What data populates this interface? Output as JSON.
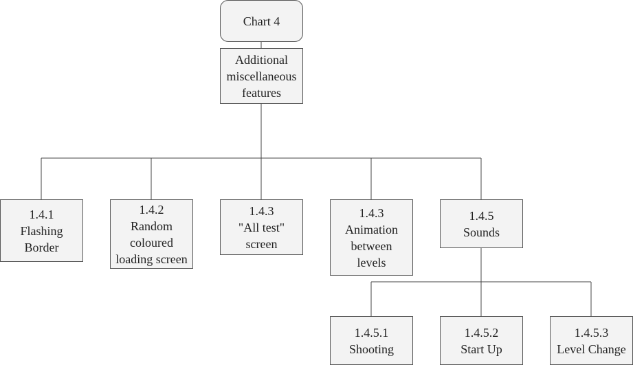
{
  "title": "Chart 4",
  "root": "Additional\nmiscellaneous\nfeatures",
  "children": [
    "1.4.1\nFlashing\nBorder",
    "1.4.2\nRandom\ncoloured\nloading screen",
    "1.4.3\n\"All test\"\nscreen",
    "1.4.3\nAnimation\nbetween\nlevels",
    "1.4.5\nSounds"
  ],
  "sounds_children": [
    "1.4.5.1\nShooting",
    "1.4.5.2\nStart Up",
    "1.4.5.3\nLevel Change"
  ]
}
